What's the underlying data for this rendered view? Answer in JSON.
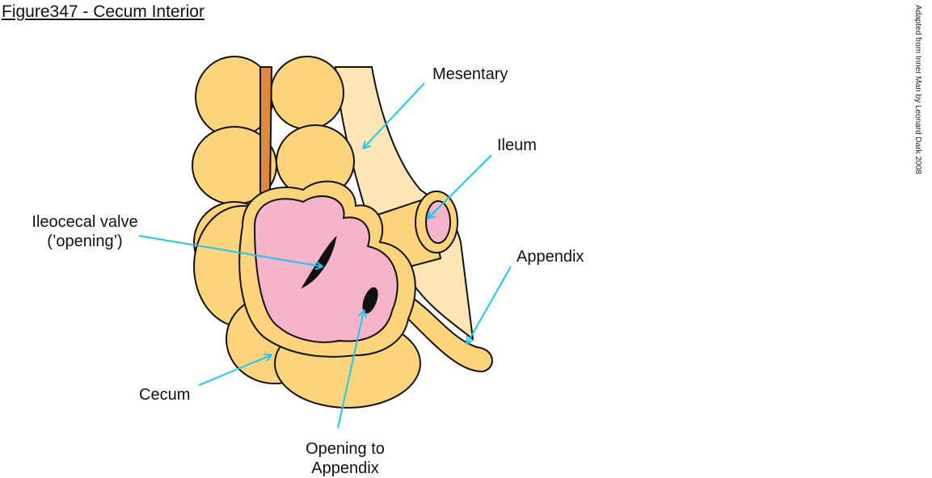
{
  "title": "Figure347 - Cecum Interior",
  "credit": "Adapted from Inner Man by Leonard Dark 2008",
  "labels": {
    "mesentary": "Mesentary",
    "ileum": "Ileum",
    "ileocecal_line1": "Ileocecal valve",
    "ileocecal_line2": "(’opening’)",
    "appendix": "Appendix",
    "cecum": "Cecum",
    "opening_line1": "Opening to",
    "opening_line2": "Appendix"
  },
  "colors": {
    "colon": "#FDD47C",
    "mucosa": "#F6B4CB",
    "mesentery": "#FDE5B6",
    "vessel": "#E0893A",
    "arrow": "#1EC6F2"
  }
}
